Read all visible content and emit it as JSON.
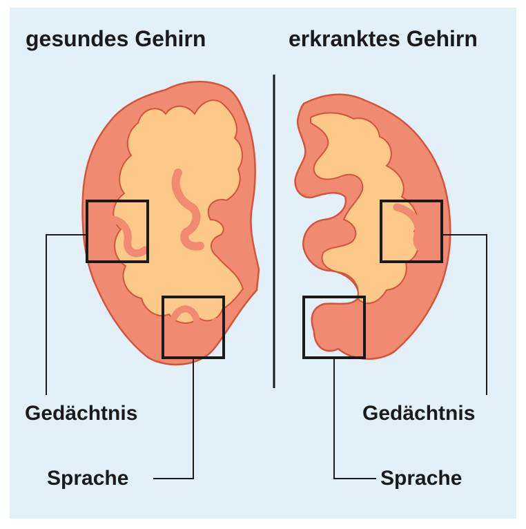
{
  "titles": {
    "left": "gesundes Gehirn",
    "right": "erkranktes Gehirn"
  },
  "callouts": {
    "left_memory": "Gedächtnis",
    "left_language": "Sprache",
    "right_memory": "Gedächtnis",
    "right_language": "Sprache"
  },
  "colors": {
    "background": "#e3f0f8",
    "cortex": "#f08a70",
    "cortex_outline": "#d2543c",
    "white_matter": "#fdc98a",
    "lines": "#1a1a1a"
  }
}
